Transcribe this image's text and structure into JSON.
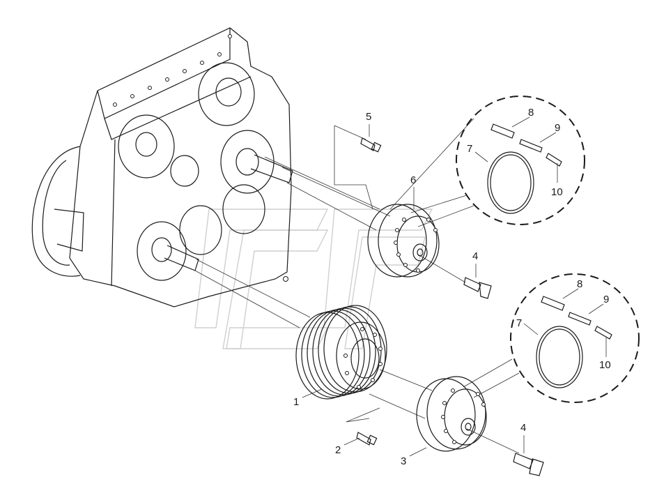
{
  "callouts": {
    "c1": "1",
    "c2": "2",
    "c3": "3",
    "c4a": "4",
    "c4b": "4",
    "c5": "5",
    "c6": "6",
    "c7a": "7",
    "c8a": "8",
    "c9a": "9",
    "c10a": "10",
    "c7b": "7",
    "c8b": "8",
    "c9b": "9",
    "c10b": "10"
  }
}
